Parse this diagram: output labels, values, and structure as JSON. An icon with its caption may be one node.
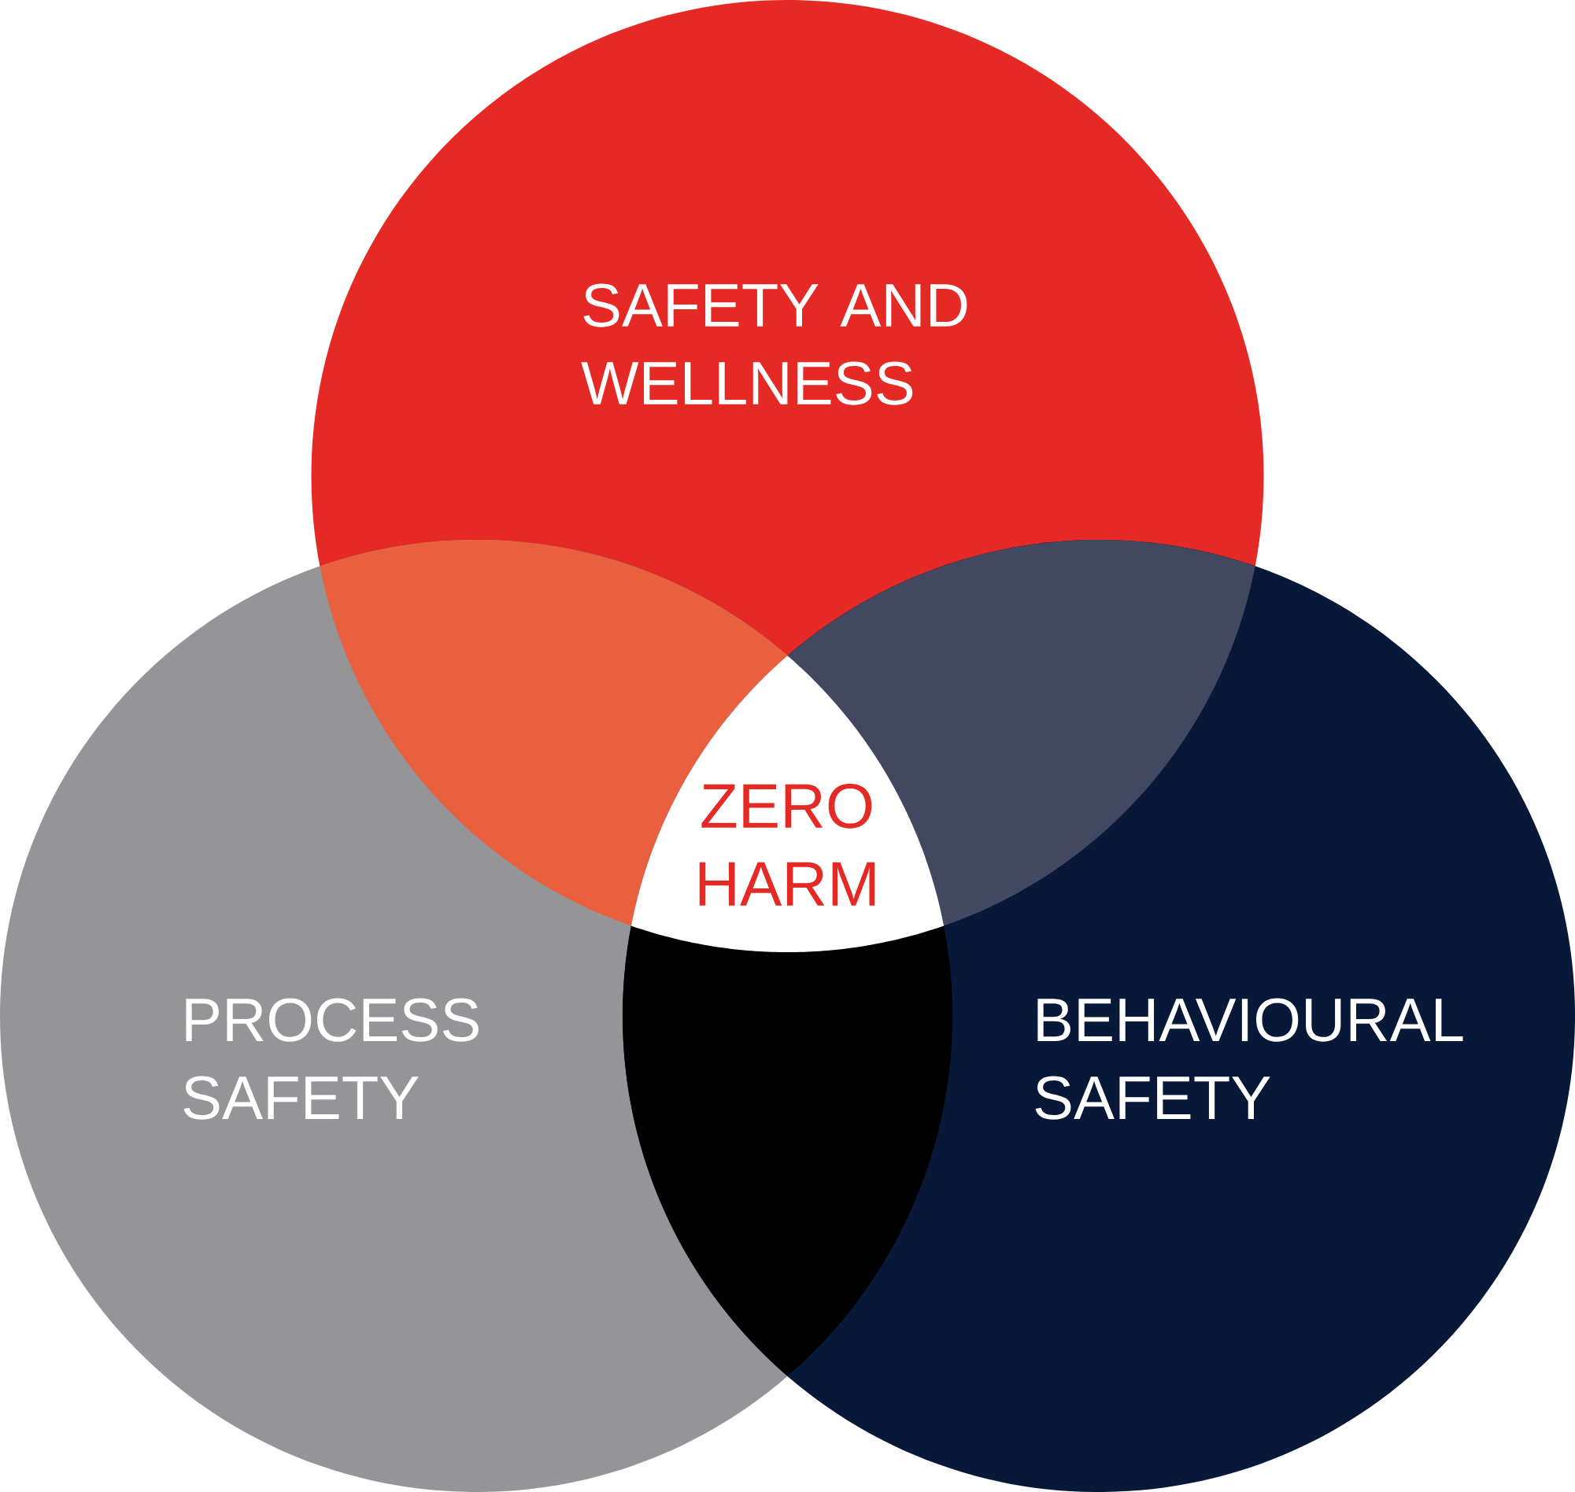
{
  "diagram": {
    "nodes": [
      {
        "text": [
          "SAFETY AND WELLNESS"
        ]
      },
      {
        "text": [
          "PROCESS SAFETY"
        ]
      },
      {
        "text": [
          "BEHAVIOURAL SAFETY"
        ]
      },
      {
        "text": [],
        "shape": "lens"
      },
      {
        "text": [],
        "shape": "lens"
      },
      {
        "text": [],
        "shape": "lens"
      },
      {
        "text": [
          "ZERO HARM"
        ]
      }
    ]
  }
}
